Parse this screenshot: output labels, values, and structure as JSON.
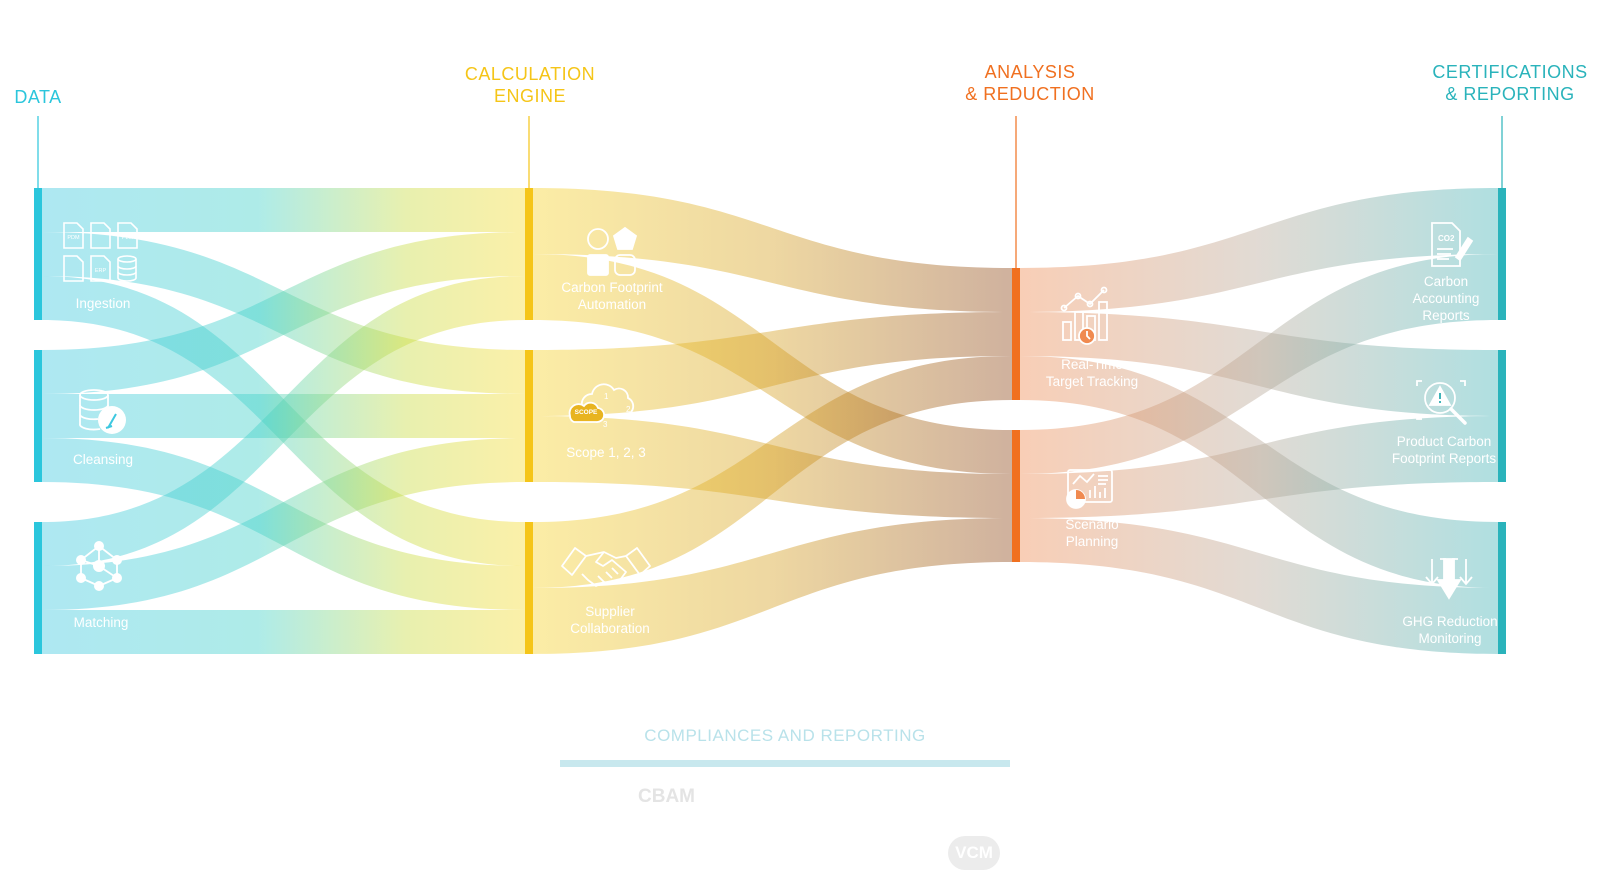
{
  "columns": [
    {
      "id": "data",
      "title": "DATA",
      "color": "#2bc6dc",
      "nodes": [
        {
          "id": "ingestion",
          "label": "Ingestion",
          "icon": "documents-database-icon"
        },
        {
          "id": "cleansing",
          "label": "Cleansing",
          "icon": "database-broom-icon"
        },
        {
          "id": "matching",
          "label": "Matching",
          "icon": "network-nodes-icon"
        }
      ]
    },
    {
      "id": "calc",
      "title": "CALCULATION\nENGINE",
      "color": "#f5c518",
      "nodes": [
        {
          "id": "cfa",
          "label": "Carbon Footprint\nAutomation",
          "icon": "shapes-icon"
        },
        {
          "id": "scope",
          "label": "Scope 1, 2, 3",
          "icon": "scope-clouds-icon"
        },
        {
          "id": "supplier",
          "label": "Supplier\nCollaboration",
          "icon": "handshake-icon"
        }
      ]
    },
    {
      "id": "analysis",
      "title": "ANALYSIS\n& REDUCTION",
      "color": "#f07020",
      "nodes": [
        {
          "id": "tracking",
          "label": "Real-Time\nTarget Tracking",
          "icon": "bar-chart-target-icon"
        },
        {
          "id": "scenario",
          "label": "Scenario\nPlanning",
          "icon": "dashboard-chart-icon"
        }
      ]
    },
    {
      "id": "cert",
      "title": "CERTIFICATIONS\n& REPORTING",
      "color": "#2ab3bb",
      "nodes": [
        {
          "id": "car",
          "label": "Carbon\nAccounting\nReports",
          "icon": "co2-document-icon"
        },
        {
          "id": "pcf",
          "label": "Product Carbon\nFootprint Reports",
          "icon": "magnifier-alert-icon"
        },
        {
          "id": "ghg",
          "label": "GHG Reduction\nMonitoring",
          "icon": "down-arrows-icon"
        }
      ]
    }
  ],
  "ingestion_doc_tags": [
    "PDM",
    "",
    "PLM",
    "",
    "ERP"
  ],
  "scope_icon": {
    "tag": "SCOPE",
    "numbers": [
      "1",
      "2",
      "3"
    ]
  },
  "car_icon_tag": "CO2",
  "compliances": {
    "title": "COMPLIANCES AND REPORTING",
    "badges": [
      "CBAM",
      "VCM"
    ]
  }
}
